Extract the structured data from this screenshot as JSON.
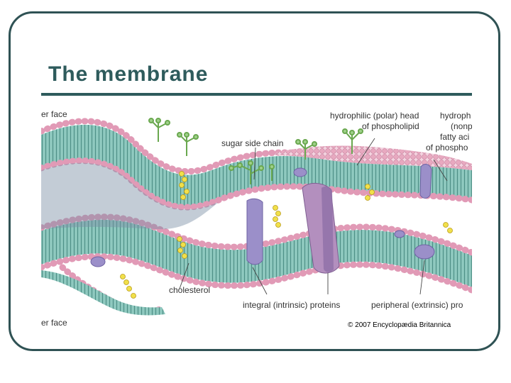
{
  "slide": {
    "title": "The membrane"
  },
  "figure": {
    "labels": {
      "outer_face": "er face",
      "inner_face": "er face",
      "sugar_side_chain": "sugar side chain",
      "hydrophilic_head_line1": "hydrophilic (polar) head",
      "hydrophilic_head_line2": "of phospholipid",
      "hydrophobic_line1": "hydroph",
      "hydrophobic_line2": "(nonp",
      "hydrophobic_line3": "fatty aci",
      "hydrophobic_line4": "of phospho",
      "cholesterol": "cholesterol",
      "integral_proteins": "integral (intrinsic) proteins",
      "peripheral_proteins": "peripheral (extrinsic) pro"
    },
    "copyright": "© 2007 Encyclopædia Britannica"
  },
  "colors": {
    "frame": "#2f5254",
    "title": "#2e5b5c",
    "lipid_head": "#e8a9c0",
    "lipid_tail": "#7fbfb5",
    "protein": "#9b8fc9",
    "cholesterol": "#f1e04a",
    "sugar": "#6aa84f"
  }
}
